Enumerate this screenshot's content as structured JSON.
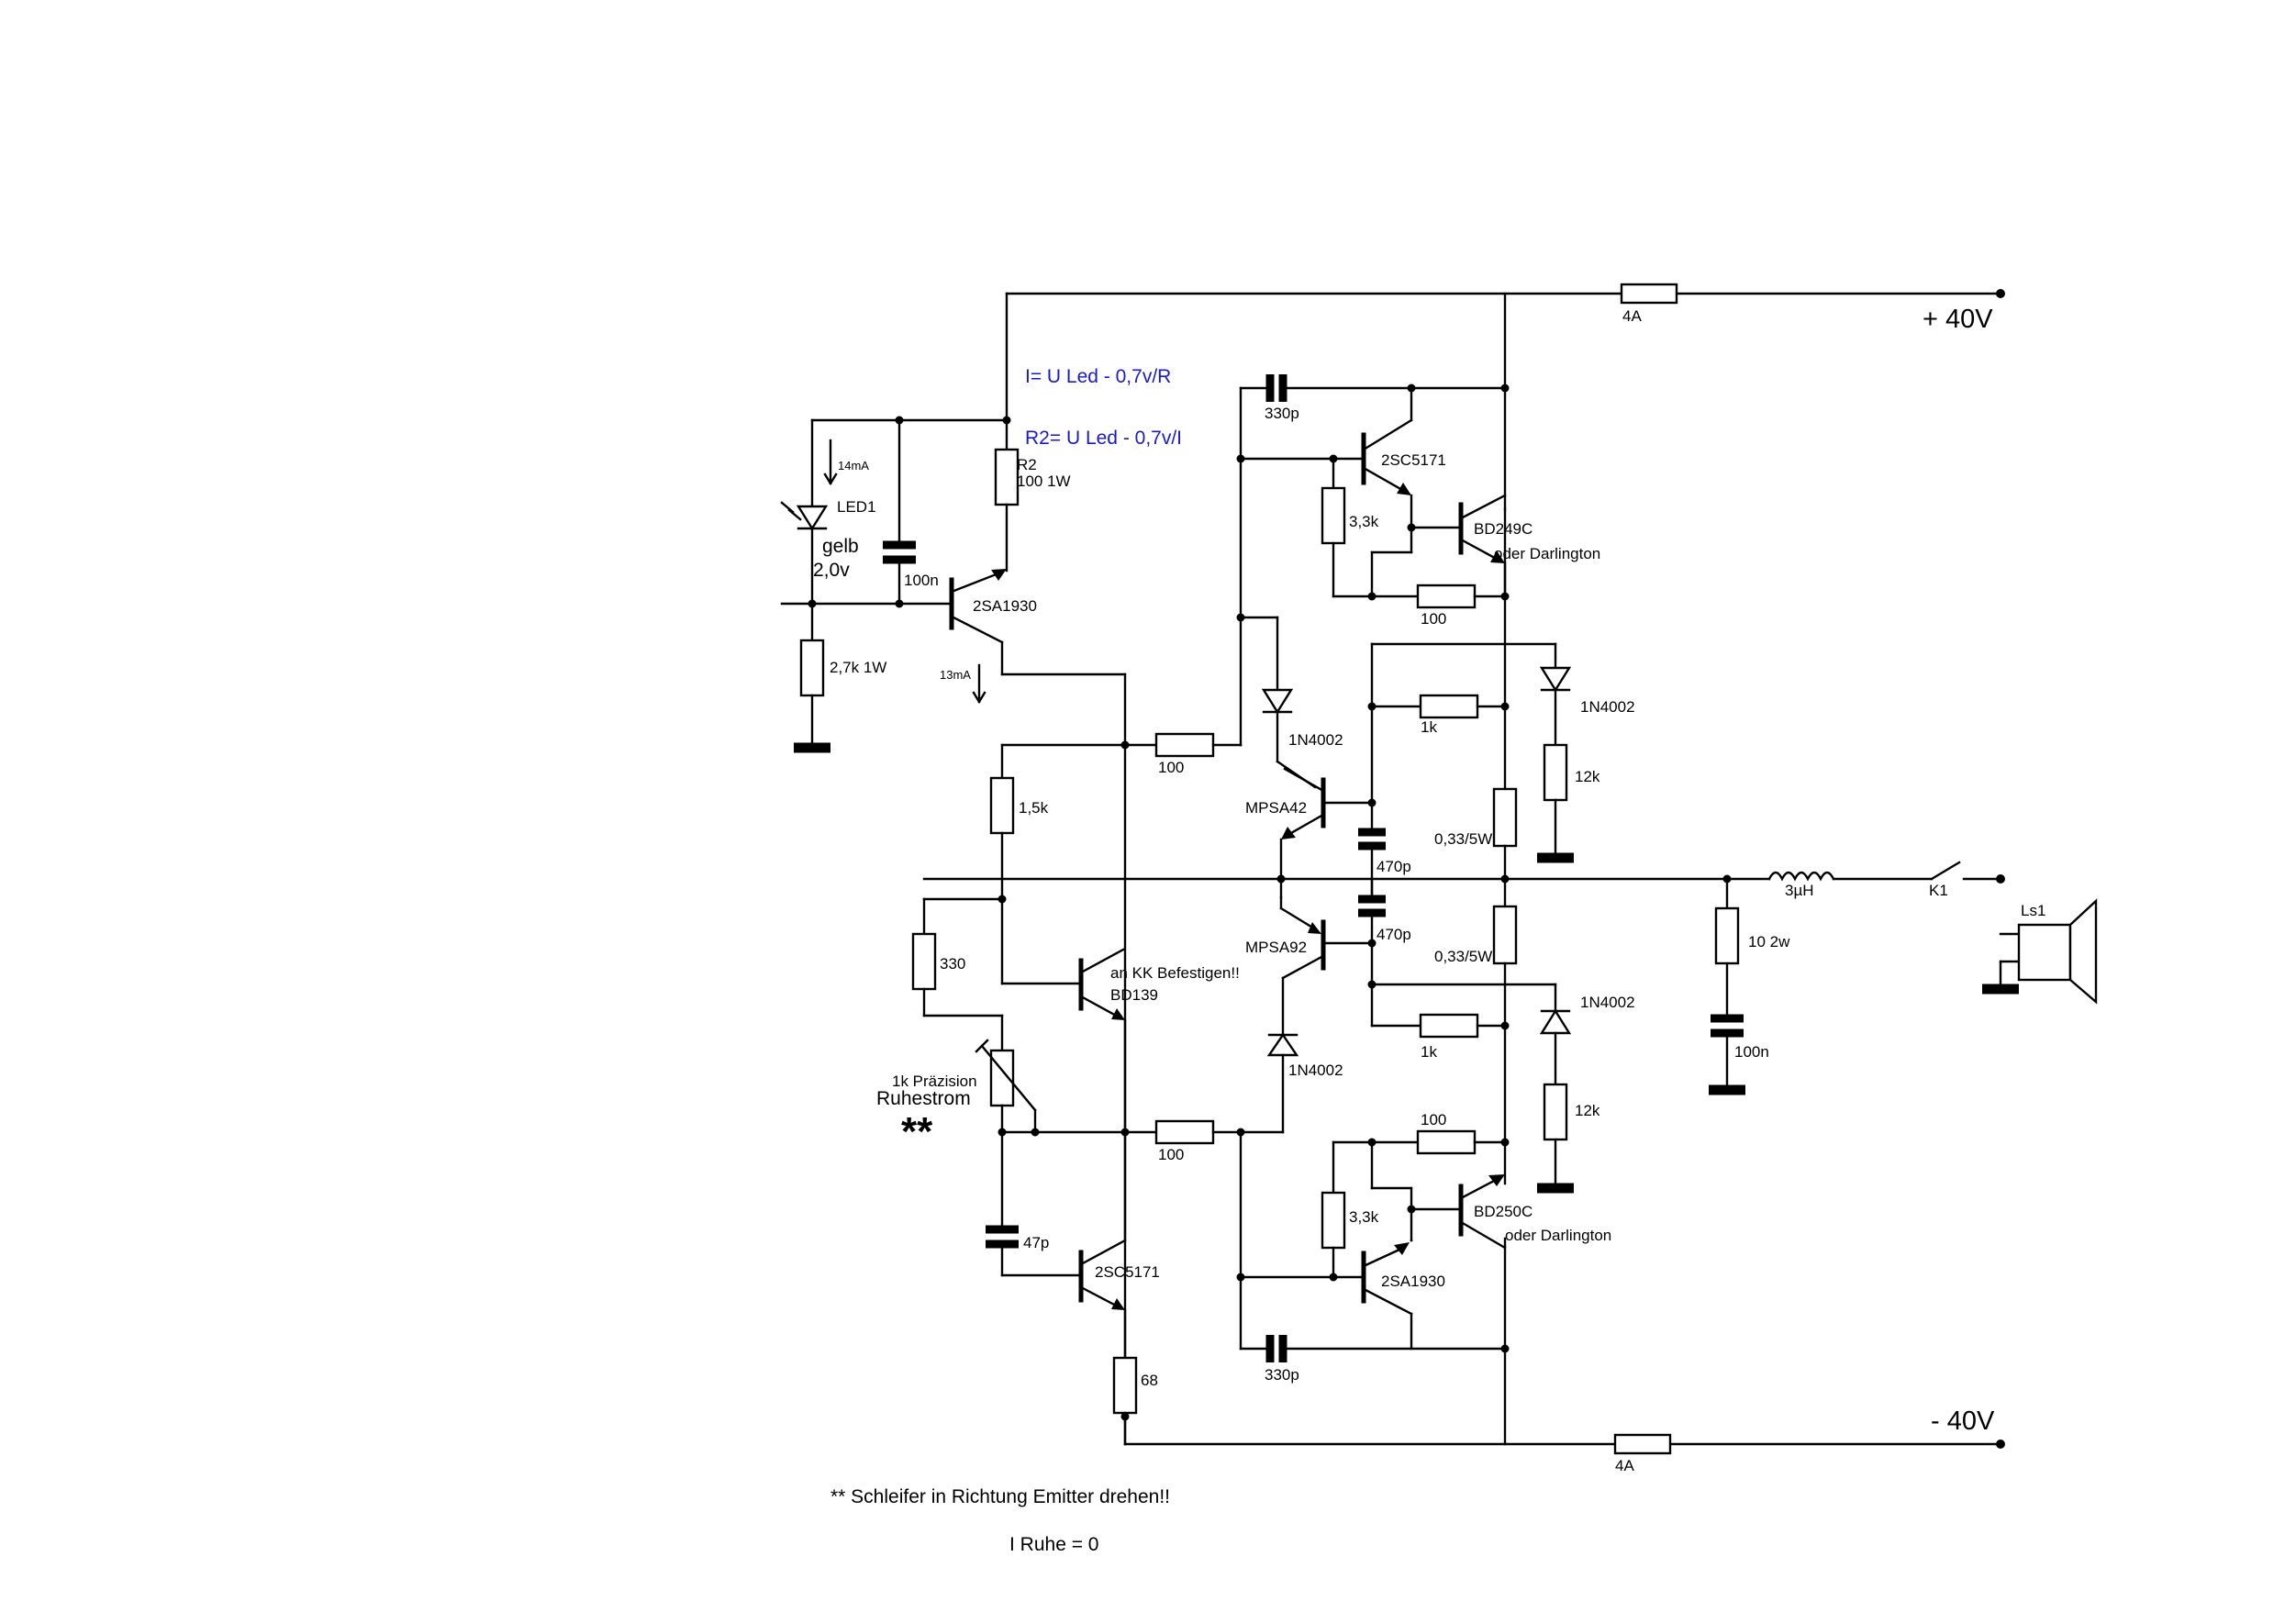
{
  "rails": {
    "positive": "+ 40V",
    "negative": "- 40V"
  },
  "notes": {
    "formula_current": "I= U Led - 0,7v/R",
    "formula_r2": "R2= U Led - 0,7v/I",
    "footnote": "** Schleifer in Richtung Emitter drehen!!",
    "i_ruhe": "I Ruhe = 0",
    "stars": "**"
  },
  "labels": {
    "fuse_top": "4A",
    "fuse_bottom": "4A",
    "c_330p_top": "330p",
    "c_330p_bottom": "330p",
    "q_2sc5171_top": "2SC5171",
    "q_2sa1930_bottom": "2SA1930",
    "r_3k3_top": "3,3k",
    "r_3k3_bottom": "3,3k",
    "q_bd249c": "BD249C",
    "q_bd250c": "BD250C",
    "darlington_top": "oder Darlington",
    "darlington_bottom": "oder Darlington",
    "r_100_top_driver": "100",
    "r_100_bottom_driver": "100",
    "d_1n4002_right_top": "1N4002",
    "d_1n4002_right_bottom": "1N4002",
    "d_1n4002_left_top": "1N4002",
    "d_1n4002_left_bottom": "1N4002",
    "r_1k_top": "1k",
    "r_1k_bottom": "1k",
    "r_12k_top": "12k",
    "r_12k_bottom": "12k",
    "r_033_top": "0,33/5W",
    "r_033_bottom": "0,33/5W",
    "q_mpsa42": "MPSA42",
    "q_mpsa92": "MPSA92",
    "c_470p_top": "470p",
    "c_470p_bottom": "470p",
    "r_100_in_top": "100",
    "r_100_in_bottom": "100",
    "r2_name": "R2",
    "r2_value": "100  1W",
    "i_14ma": "14mA",
    "i_13ma": "13mA",
    "led_name": "LED1",
    "led_color": "gelb",
    "led_voltage": "2,0v",
    "c_100n_bias": "100n",
    "q_2sa1930_ccs": "2SA1930",
    "r_2k7": "2,7k 1W",
    "r_1k5": "1,5k",
    "r_330": "330",
    "bd139_note": "an KK Befestigen!!",
    "q_bd139": "BD139",
    "pot_label": "1k Präzision",
    "pot_sub": "Ruhestrom",
    "c_47p": "47p",
    "q_2sc5171_vas": "2SC5171",
    "r_68": "68",
    "inductor": "3µH",
    "relay": "K1",
    "speaker": "Ls1",
    "zobel_r": "10 2w",
    "zobel_c": "100n"
  }
}
